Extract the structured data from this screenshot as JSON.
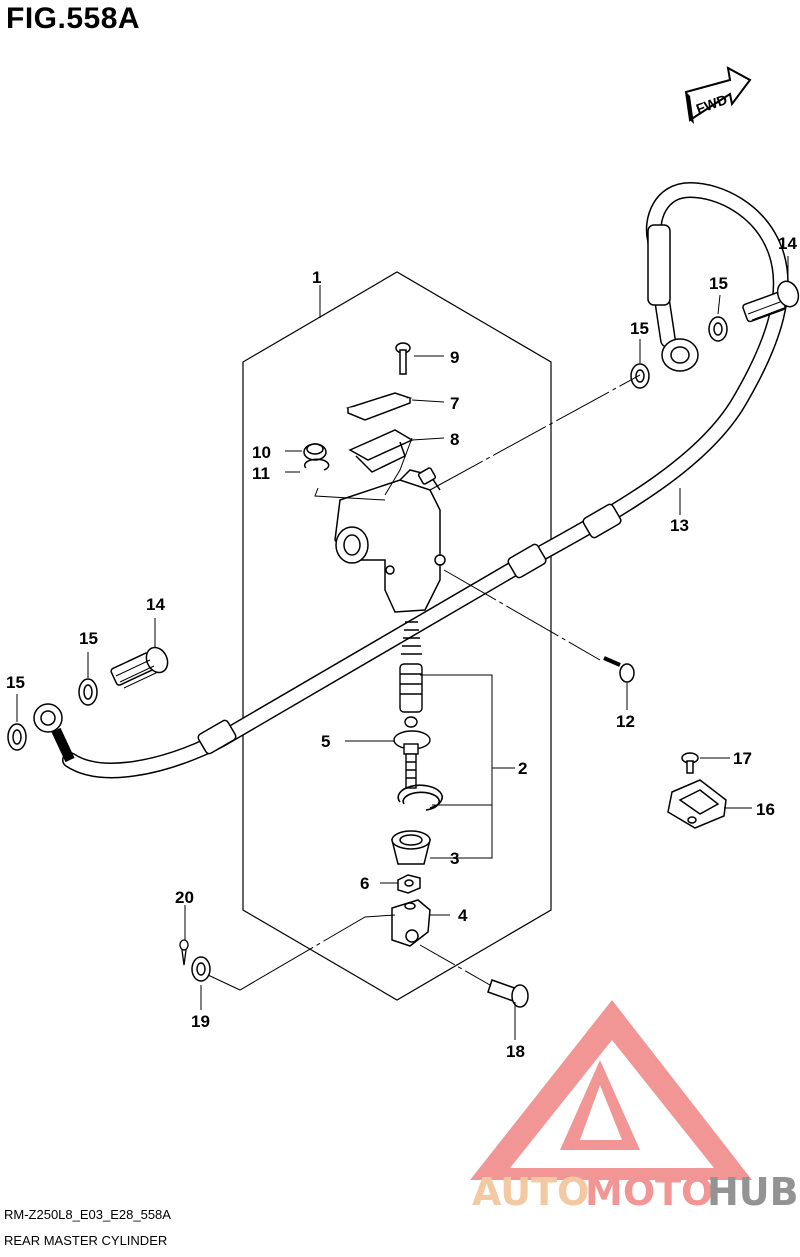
{
  "figure": {
    "title": "FIG.558A",
    "direction_badge": "FWD",
    "diagram_code": "RM-Z250L8_E03_E28_558A",
    "diagram_name": "REAR MASTER CYLINDER"
  },
  "callouts": [
    {
      "id": "c1",
      "label": "1"
    },
    {
      "id": "c2",
      "label": "2"
    },
    {
      "id": "c3",
      "label": "3"
    },
    {
      "id": "c4",
      "label": "4"
    },
    {
      "id": "c5",
      "label": "5"
    },
    {
      "id": "c6",
      "label": "6"
    },
    {
      "id": "c7",
      "label": "7"
    },
    {
      "id": "c8",
      "label": "8"
    },
    {
      "id": "c9",
      "label": "9"
    },
    {
      "id": "c10",
      "label": "10"
    },
    {
      "id": "c11",
      "label": "11"
    },
    {
      "id": "c12",
      "label": "12"
    },
    {
      "id": "c13",
      "label": "13"
    },
    {
      "id": "c14a",
      "label": "14"
    },
    {
      "id": "c14b",
      "label": "14"
    },
    {
      "id": "c15a",
      "label": "15"
    },
    {
      "id": "c15b",
      "label": "15"
    },
    {
      "id": "c15c",
      "label": "15"
    },
    {
      "id": "c15d",
      "label": "15"
    },
    {
      "id": "c16",
      "label": "16"
    },
    {
      "id": "c17",
      "label": "17"
    },
    {
      "id": "c18",
      "label": "18"
    },
    {
      "id": "c19",
      "label": "19"
    },
    {
      "id": "c20",
      "label": "20"
    }
  ],
  "watermark": {
    "part1": "AUTO",
    "part2": "MOTO",
    "part3": "HUB",
    "color_light": "#f2c49b",
    "color_main": "#f08a8a",
    "color_dark": "#888888"
  }
}
